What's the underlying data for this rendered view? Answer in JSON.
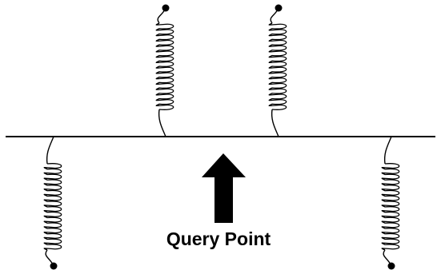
{
  "diagram": {
    "label": "Query Point",
    "colors": {
      "ink": "#000000",
      "background": "#ffffff"
    },
    "springs": [
      {
        "name": "spring-upper-left",
        "side": "above"
      },
      {
        "name": "spring-upper-right",
        "side": "above"
      },
      {
        "name": "spring-lower-left",
        "side": "below"
      },
      {
        "name": "spring-lower-right",
        "side": "below"
      }
    ]
  }
}
